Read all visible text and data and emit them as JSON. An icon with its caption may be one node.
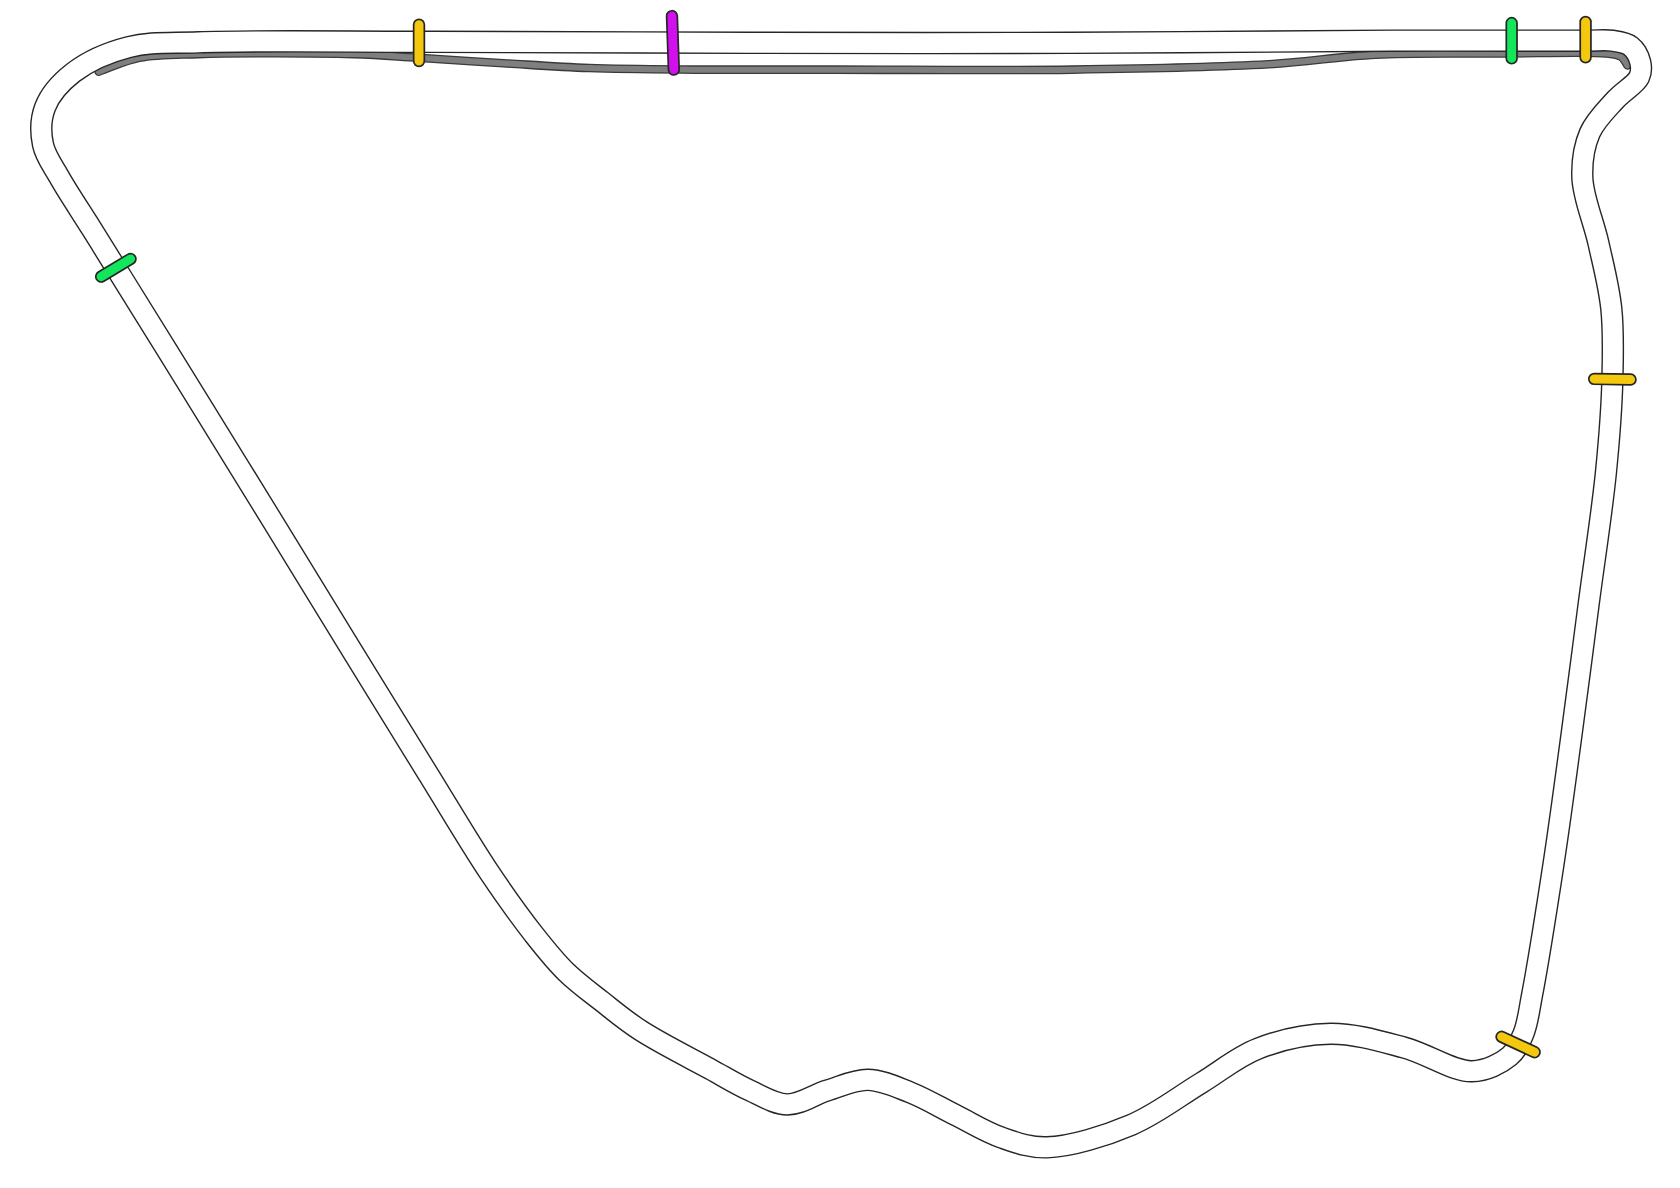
{
  "diagram": {
    "nodes": [
      {
        "text": [],
        "shape": "bar"
      },
      {
        "text": [],
        "shape": "bar"
      },
      {
        "text": [],
        "shape": "bar"
      },
      {
        "text": [],
        "shape": "bar"
      },
      {
        "text": [],
        "shape": "bar"
      },
      {
        "text": [],
        "shape": "bar"
      },
      {
        "text": [],
        "shape": "bar"
      }
    ]
  }
}
